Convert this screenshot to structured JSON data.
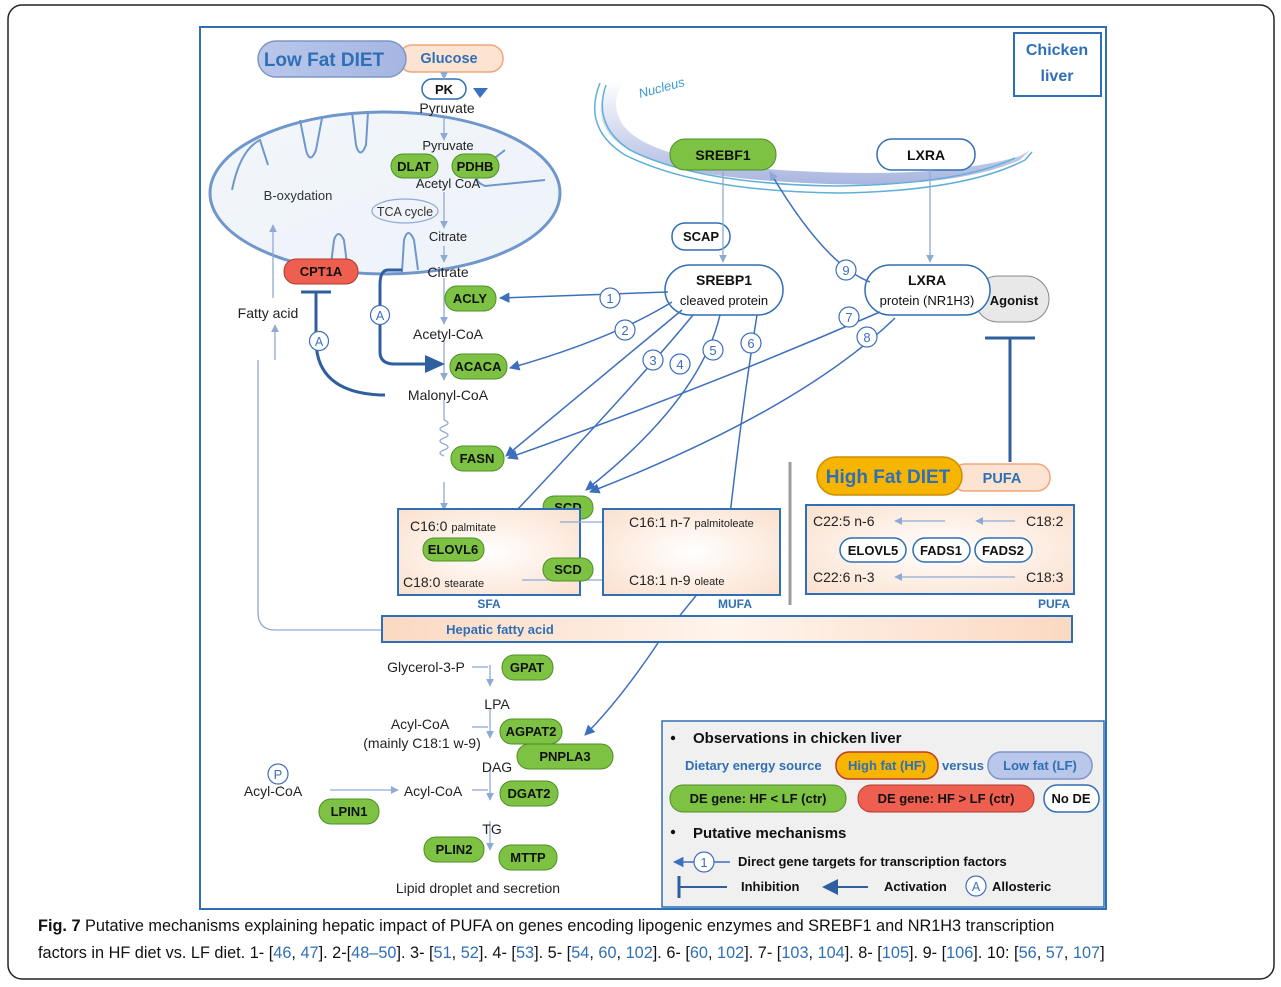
{
  "header": {
    "low_fat_diet": "Low Fat DIET",
    "glucose": "Glucose",
    "chicken_liver_1": "Chicken",
    "chicken_liver_2": "liver"
  },
  "glycolysis": {
    "pk": "PK",
    "pyruvate": "Pyruvate",
    "pyruvate_mito": "Pyruvate",
    "dlat": "DLAT",
    "pdhb": "PDHB",
    "acetyl_coa_mito": "Acetyl CoA",
    "tca_cycle": "TCA cycle",
    "citrate_mito": "Citrate",
    "b_oxydation": "B-oxydation"
  },
  "lipogenesis": {
    "cpt1a": "CPT1A",
    "citrate": "Citrate",
    "acly": "ACLY",
    "acetyl_coa": "Acetyl-CoA",
    "acaca": "ACACA",
    "malonyl_coa": "Malonyl-CoA",
    "fatty_acid": "Fatty acid",
    "fasn": "FASN",
    "allosteric_a": "A"
  },
  "nucleus": {
    "label": "Nucleus",
    "srebf1": "SREBF1",
    "lxra": "LXRA"
  },
  "factors": {
    "scap": "SCAP",
    "srebp1": "SREBP1",
    "srebp1_sub": "cleaved protein",
    "lxra": "LXRA",
    "lxra_sub": "protein (NR1H3)",
    "agonist": "Agonist",
    "n1": "1",
    "n2": "2",
    "n3": "3",
    "n4": "4",
    "n5": "5",
    "n6": "6",
    "n7": "7",
    "n8": "8",
    "n9": "9"
  },
  "fatty_acids": {
    "scd_1": "SCD",
    "scd_2": "SCD",
    "c16_0": "C16:0",
    "c16_0_name": "palmitate",
    "elovl6": "ELOVL6",
    "c18_0": "C18:0",
    "c18_0_name": "stearate",
    "c16_1": "C16:1 n-7",
    "c16_1_name": "palmitoleate",
    "c18_1": "C18:1 n-9",
    "c18_1_name": "oleate",
    "sfa": "SFA",
    "mufa": "MUFA",
    "high_fat_diet": "High Fat DIET",
    "pufa_tag": "PUFA",
    "c22_5": "C22:5  n-6",
    "c18_2": "C18:2",
    "elovl5": "ELOVL5",
    "fads1": "FADS1",
    "fads2": "FADS2",
    "c22_6": "C22:6  n-3",
    "c18_3": "C18:3",
    "pufa": "PUFA",
    "hepatic_fatty_acid": "Hepatic fatty acid"
  },
  "tg_synthesis": {
    "glycerol_3_p": "Glycerol-3-P",
    "gpat": "GPAT",
    "lpa": "LPA",
    "acyl_coa_1": "Acyl-CoA",
    "acyl_coa_1b": "(mainly C18:1 w-9)",
    "agpat2": "AGPAT2",
    "pnpla3": "PNPLA3",
    "dag": "DAG",
    "p": "P",
    "acyl_coa_left": "Acyl-CoA",
    "acyl_coa_2": "Acyl-CoA",
    "lpin1": "LPIN1",
    "dgat2": "DGAT2",
    "tg": "TG",
    "plin2": "PLIN2",
    "mttp": "MTTP",
    "lipid_droplet": "Lipid droplet and secretion"
  },
  "legend": {
    "title_obs": "Observations in chicken liver",
    "dietary_source": "Dietary energy source",
    "high_fat": "High fat (HF)",
    "versus": "versus",
    "low_fat": "Low fat (LF)",
    "de_hf_lt_lf": "DE gene: HF < LF (ctr)",
    "de_hf_gt_lf": "DE gene: HF > LF (ctr)",
    "no_de": "No DE",
    "title_mech": "Putative mechanisms",
    "one": "1",
    "direct_targets": "Direct gene targets for transcription factors",
    "inhibition": "Inhibition",
    "activation": "Activation",
    "a": "A",
    "allosteric": "Allosteric"
  },
  "caption": {
    "fig": "Fig. 7",
    "t1": " Putative mechanisms explaining hepatic impact of PUFA on genes encoding lipogenic enzymes and SREBF1 and NR1H3 transcription",
    "t2": "factors in HF diet vs. LF diet. 1- [",
    "r46": "46",
    "r47": "47",
    "r48_50": "48–50",
    "r51": "51",
    "r52": "52",
    "r53": "53",
    "r54": "54",
    "r60": "60",
    "r102": "102",
    "r60b": "60",
    "r102b": "102",
    "r103": "103",
    "r104": "104",
    "r105": "105",
    "r106": "106",
    "r56": "56",
    "r57": "57",
    "r107": "107"
  },
  "colors": {
    "green": "#7dc242",
    "red": "#ef5f4f",
    "blue": "#2f6fb5",
    "orange": "#f7b500",
    "peach": "#fbdcc6",
    "lavender": "#a9b8e0"
  }
}
